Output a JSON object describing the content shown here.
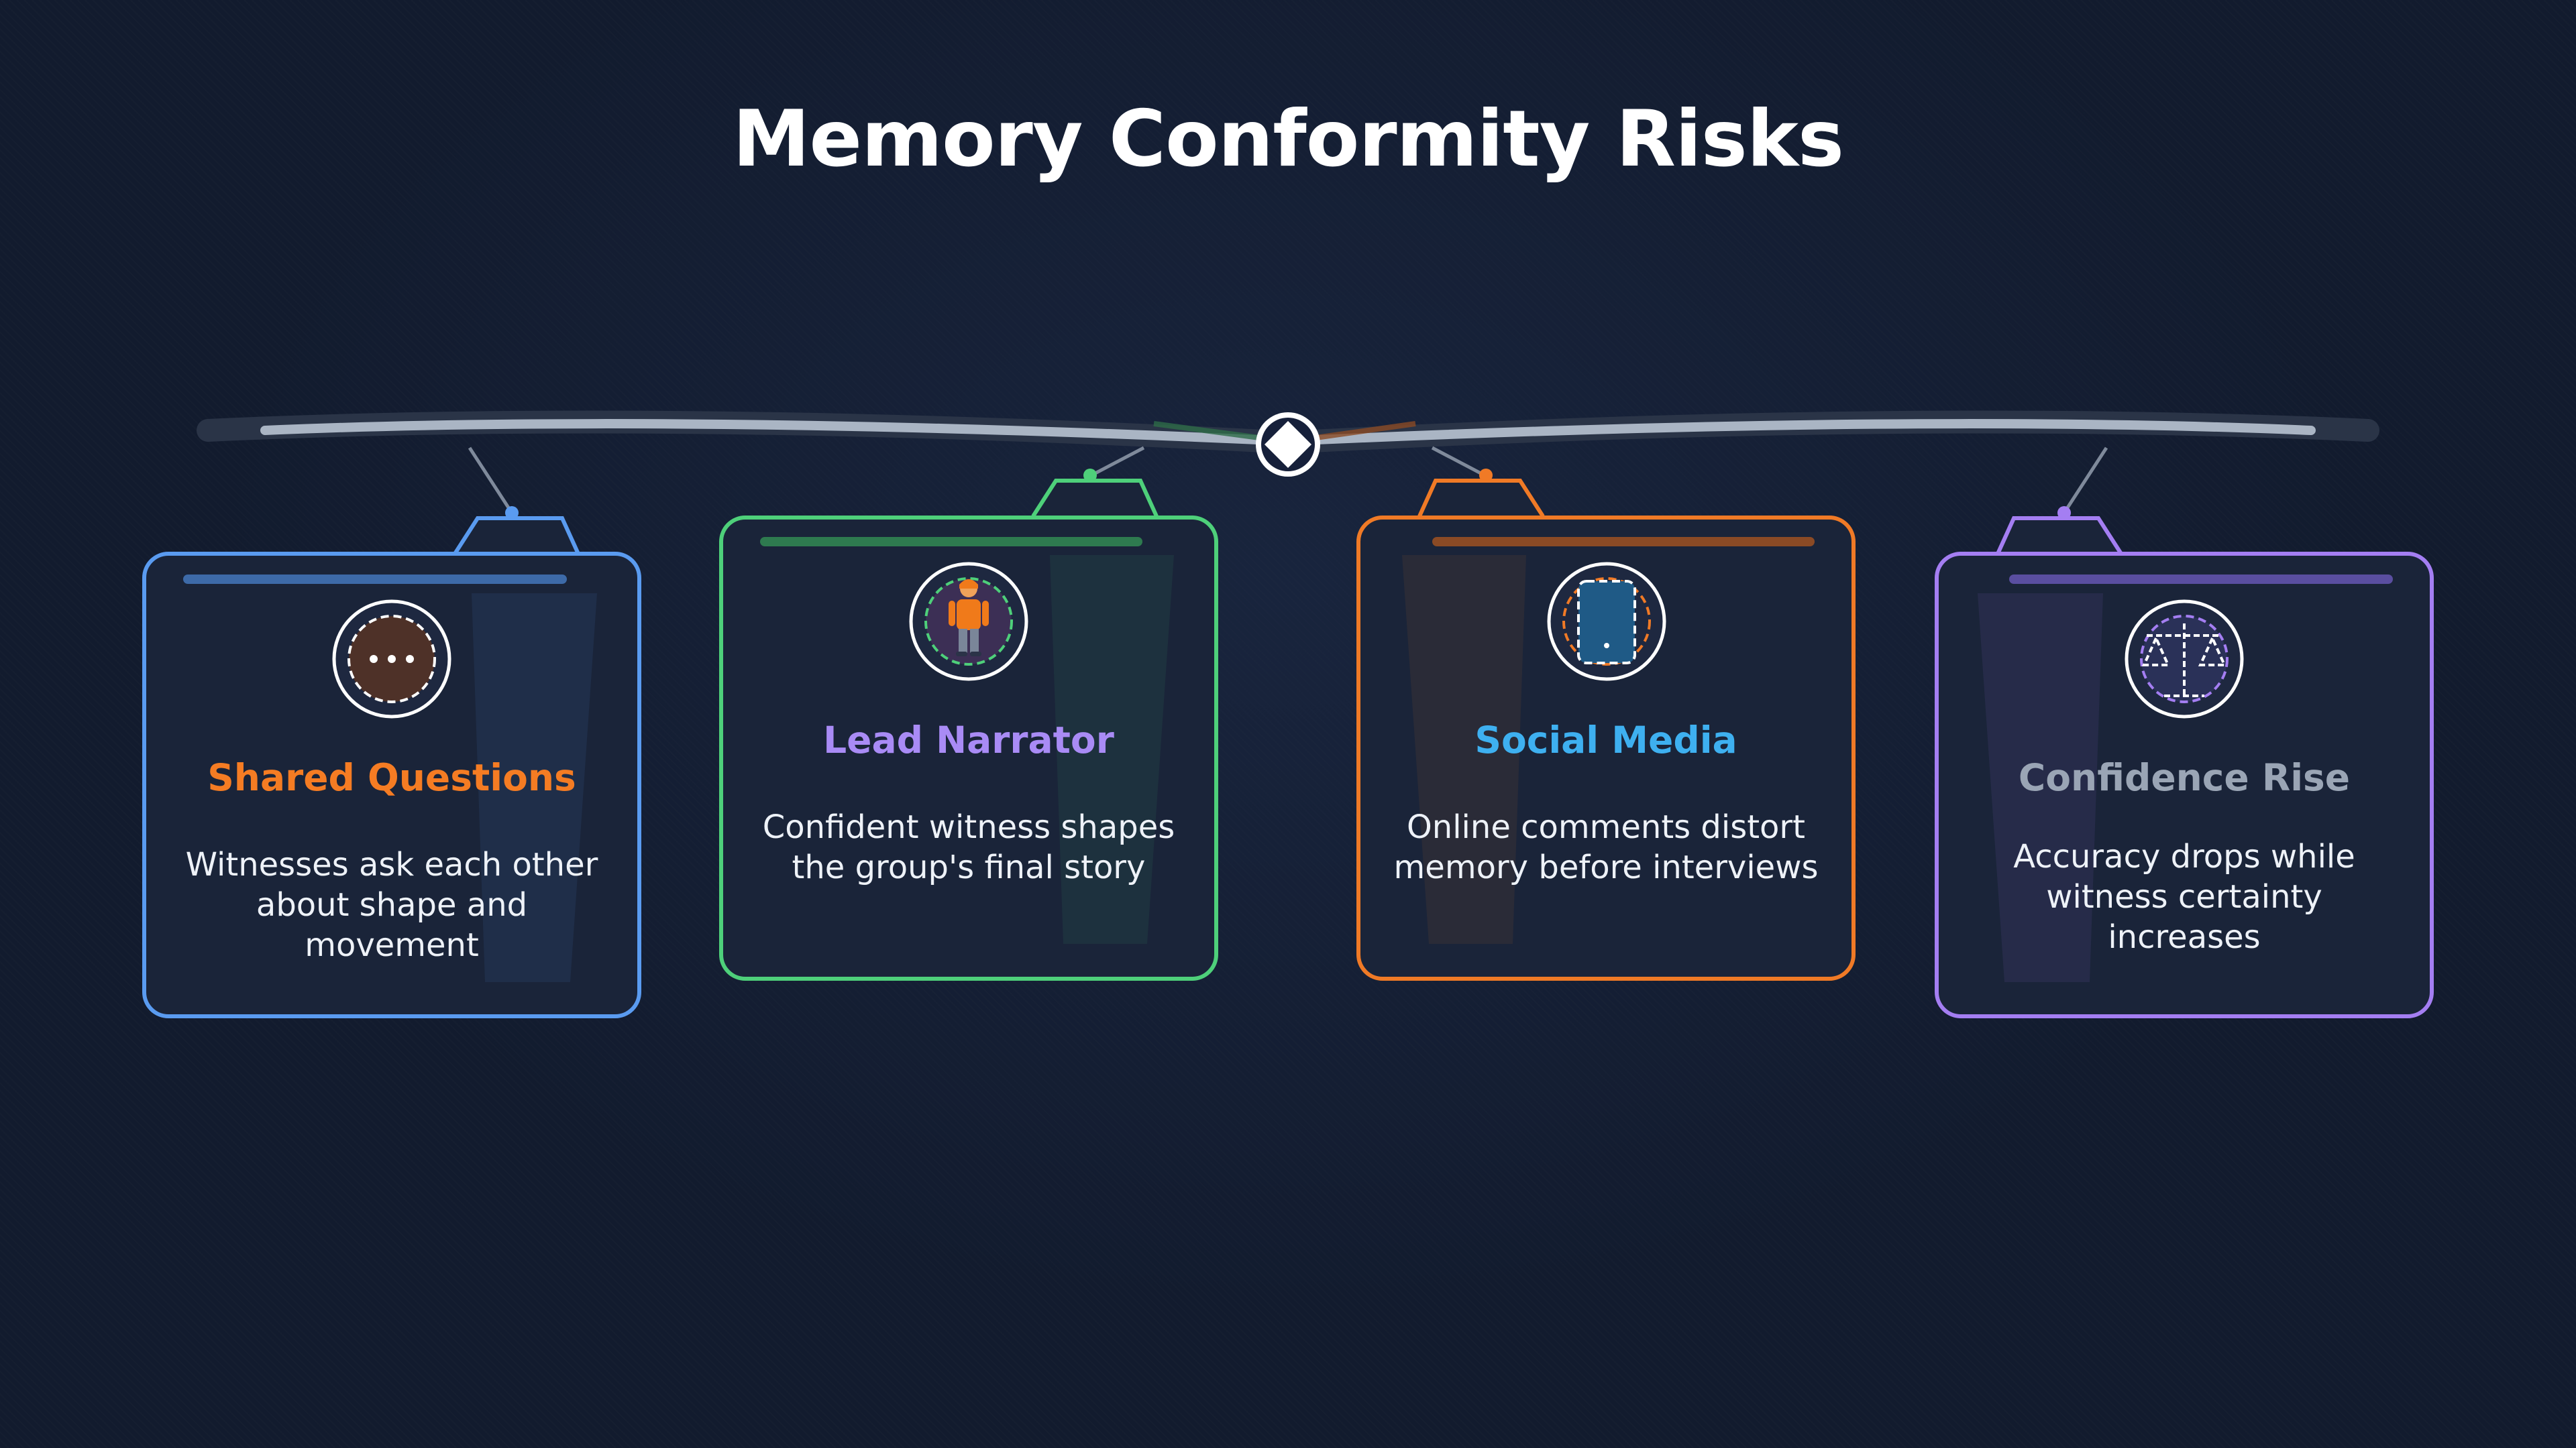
{
  "title": "Memory Conformity Risks",
  "cards": [
    {
      "title": "Shared Questions",
      "description": "Witnesses ask each other about shape and movement",
      "icon": "speech-bubble-icon",
      "border_color": "#5a9bf0",
      "title_color": "#f57c23"
    },
    {
      "title": "Lead Narrator",
      "description": "Confident witness shapes the group's final story",
      "icon": "person-icon",
      "border_color": "#4ed07a",
      "title_color": "#a98bf5"
    },
    {
      "title": "Social Media",
      "description": "Online comments distort memory before interviews",
      "icon": "mobile-phone-icon",
      "border_color": "#f07a26",
      "title_color": "#3eb0f0"
    },
    {
      "title": "Confidence Rise",
      "description": "Accuracy drops while witness certainty increases",
      "icon": "balance-scale-icon",
      "border_color": "#a47ef2",
      "title_color": "#9aa5b5"
    }
  ]
}
